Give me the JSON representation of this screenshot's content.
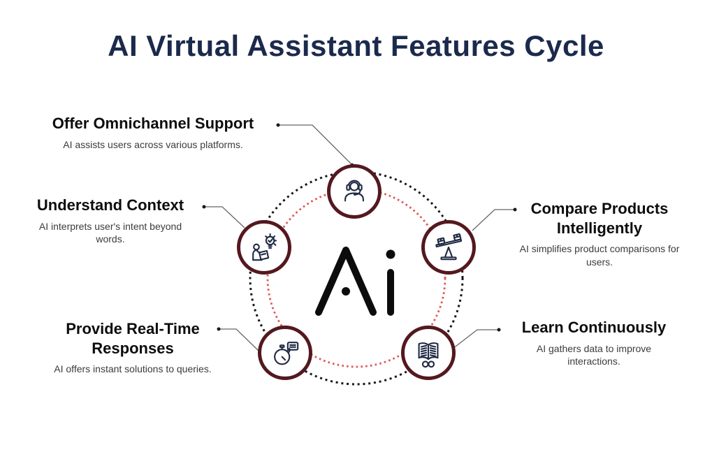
{
  "title": "AI Virtual Assistant Features Cycle",
  "center_logo": "Ai",
  "features": [
    {
      "title": "Offer Omnichannel Support",
      "description": "AI assists users across various platforms.",
      "icon": "headset-agent-icon"
    },
    {
      "title": "Understand Context",
      "description": "AI interprets user's intent beyond words.",
      "icon": "person-lightbulb-icon"
    },
    {
      "title": "Provide Real-Time Responses",
      "description": "AI offers instant solutions to queries.",
      "icon": "stopwatch-chat-icon"
    },
    {
      "title": "Compare Products Intelligently",
      "description": "AI simplifies product comparisons for users.",
      "icon": "balance-seesaw-icon"
    },
    {
      "title": "Learn Continuously",
      "description": "AI gathers data to improve interactions.",
      "icon": "book-infinity-icon"
    }
  ],
  "colors": {
    "title_navy": "#1b2a4c",
    "heading_black": "#0d0d0d",
    "description_gray": "#3b3b3b",
    "circle_border_maroon": "#54181f",
    "icon_navy": "#1f2a44",
    "ring_red_dotted": "#e25555",
    "ring_black_dotted": "#161616",
    "connector_gray": "#666666",
    "background": "#ffffff"
  }
}
